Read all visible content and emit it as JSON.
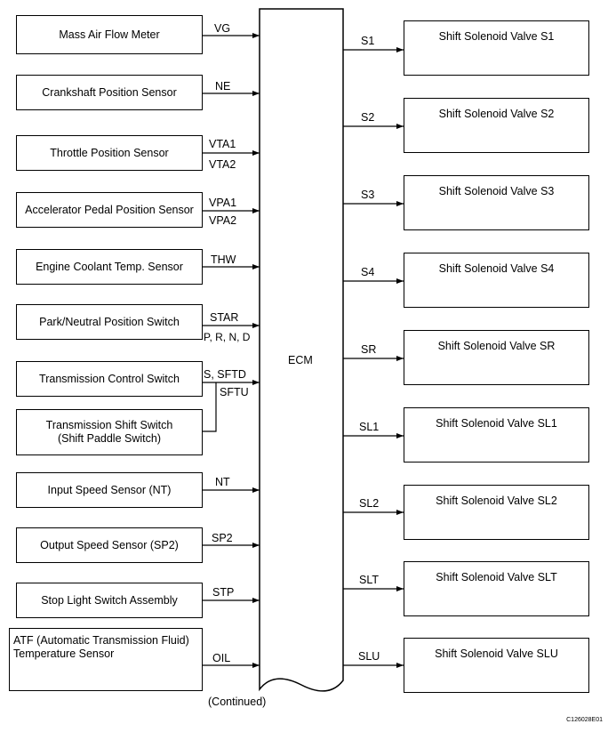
{
  "ecm": {
    "label": "ECM",
    "continued": "(Continued)"
  },
  "inputs": [
    {
      "name": "Mass Air Flow Meter",
      "signal": "VG"
    },
    {
      "name": "Crankshaft Position Sensor",
      "signal": "NE"
    },
    {
      "name": "Throttle Position Sensor",
      "signal": "VTA1",
      "signal2": "VTA2"
    },
    {
      "name": "Accelerator Pedal Position Sensor",
      "signal": "VPA1",
      "signal2": "VPA2"
    },
    {
      "name": "Engine Coolant Temp. Sensor",
      "signal": "THW"
    },
    {
      "name": "Park/Neutral Position Switch",
      "signal": "STAR",
      "signal2": "P, R, N, D"
    },
    {
      "name": "Transmission Control Switch",
      "signal": "S, SFTD"
    },
    {
      "name": "Transmission Shift Switch\n(Shift Paddle Switch)",
      "signal": "SFTU"
    },
    {
      "name": "Input Speed Sensor (NT)",
      "signal": "NT"
    },
    {
      "name": "Output Speed Sensor (SP2)",
      "signal": "SP2"
    },
    {
      "name": "Stop Light Switch Assembly",
      "signal": "STP"
    },
    {
      "name": "ATF (Automatic Transmission Fluid)\nTemperature Sensor",
      "signal": "OIL"
    }
  ],
  "outputs": [
    {
      "name": "Shift Solenoid Valve S1",
      "signal": "S1"
    },
    {
      "name": "Shift Solenoid Valve S2",
      "signal": "S2"
    },
    {
      "name": "Shift Solenoid Valve S3",
      "signal": "S3"
    },
    {
      "name": "Shift Solenoid Valve S4",
      "signal": "S4"
    },
    {
      "name": "Shift Solenoid Valve SR",
      "signal": "SR"
    },
    {
      "name": "Shift Solenoid Valve SL1",
      "signal": "SL1"
    },
    {
      "name": "Shift Solenoid Valve SL2",
      "signal": "SL2"
    },
    {
      "name": "Shift Solenoid Valve SLT",
      "signal": "SLT"
    },
    {
      "name": "Shift Solenoid Valve SLU",
      "signal": "SLU"
    }
  ],
  "figure_code": "C126028E01"
}
